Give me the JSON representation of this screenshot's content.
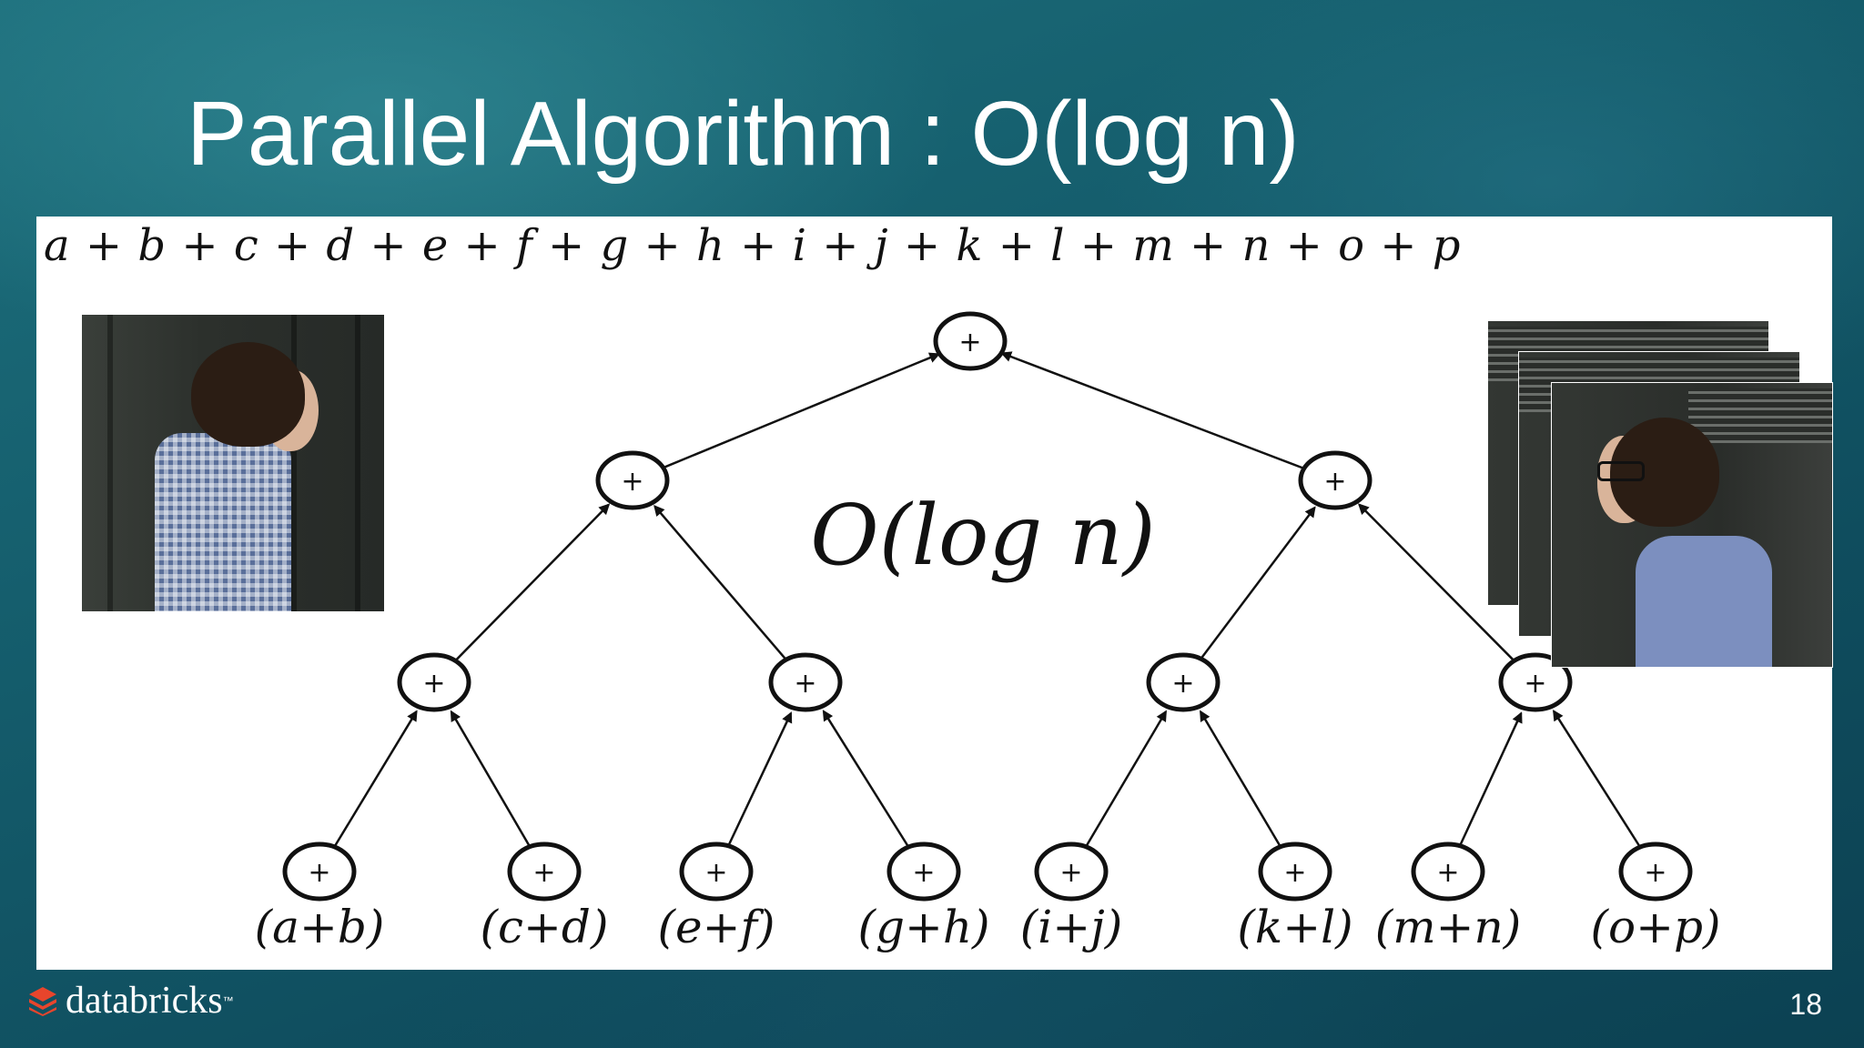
{
  "slide": {
    "title": "Parallel Algorithm : O(log n)",
    "expression": "a + b + c + d + e + f + g + h + i + j + k + l + m + n + o + p",
    "complexity_label": "O(log n)",
    "page_number": "18"
  },
  "tree": {
    "node_symbol": "+",
    "leaf_labels": [
      "(a+b)",
      "(c+d)",
      "(e+f)",
      "(g+h)",
      "(i+j)",
      "(k+l)",
      "(m+n)",
      "(o+p)"
    ],
    "levels": 4
  },
  "footer": {
    "brand": "databricks",
    "brand_mark": "™",
    "logo_icon": "databricks-stack-icon",
    "logo_color": "#e8452c"
  },
  "images": {
    "left_photo": "person-waiting-photo",
    "right_photos": "person-waiting-stacked-photos"
  }
}
